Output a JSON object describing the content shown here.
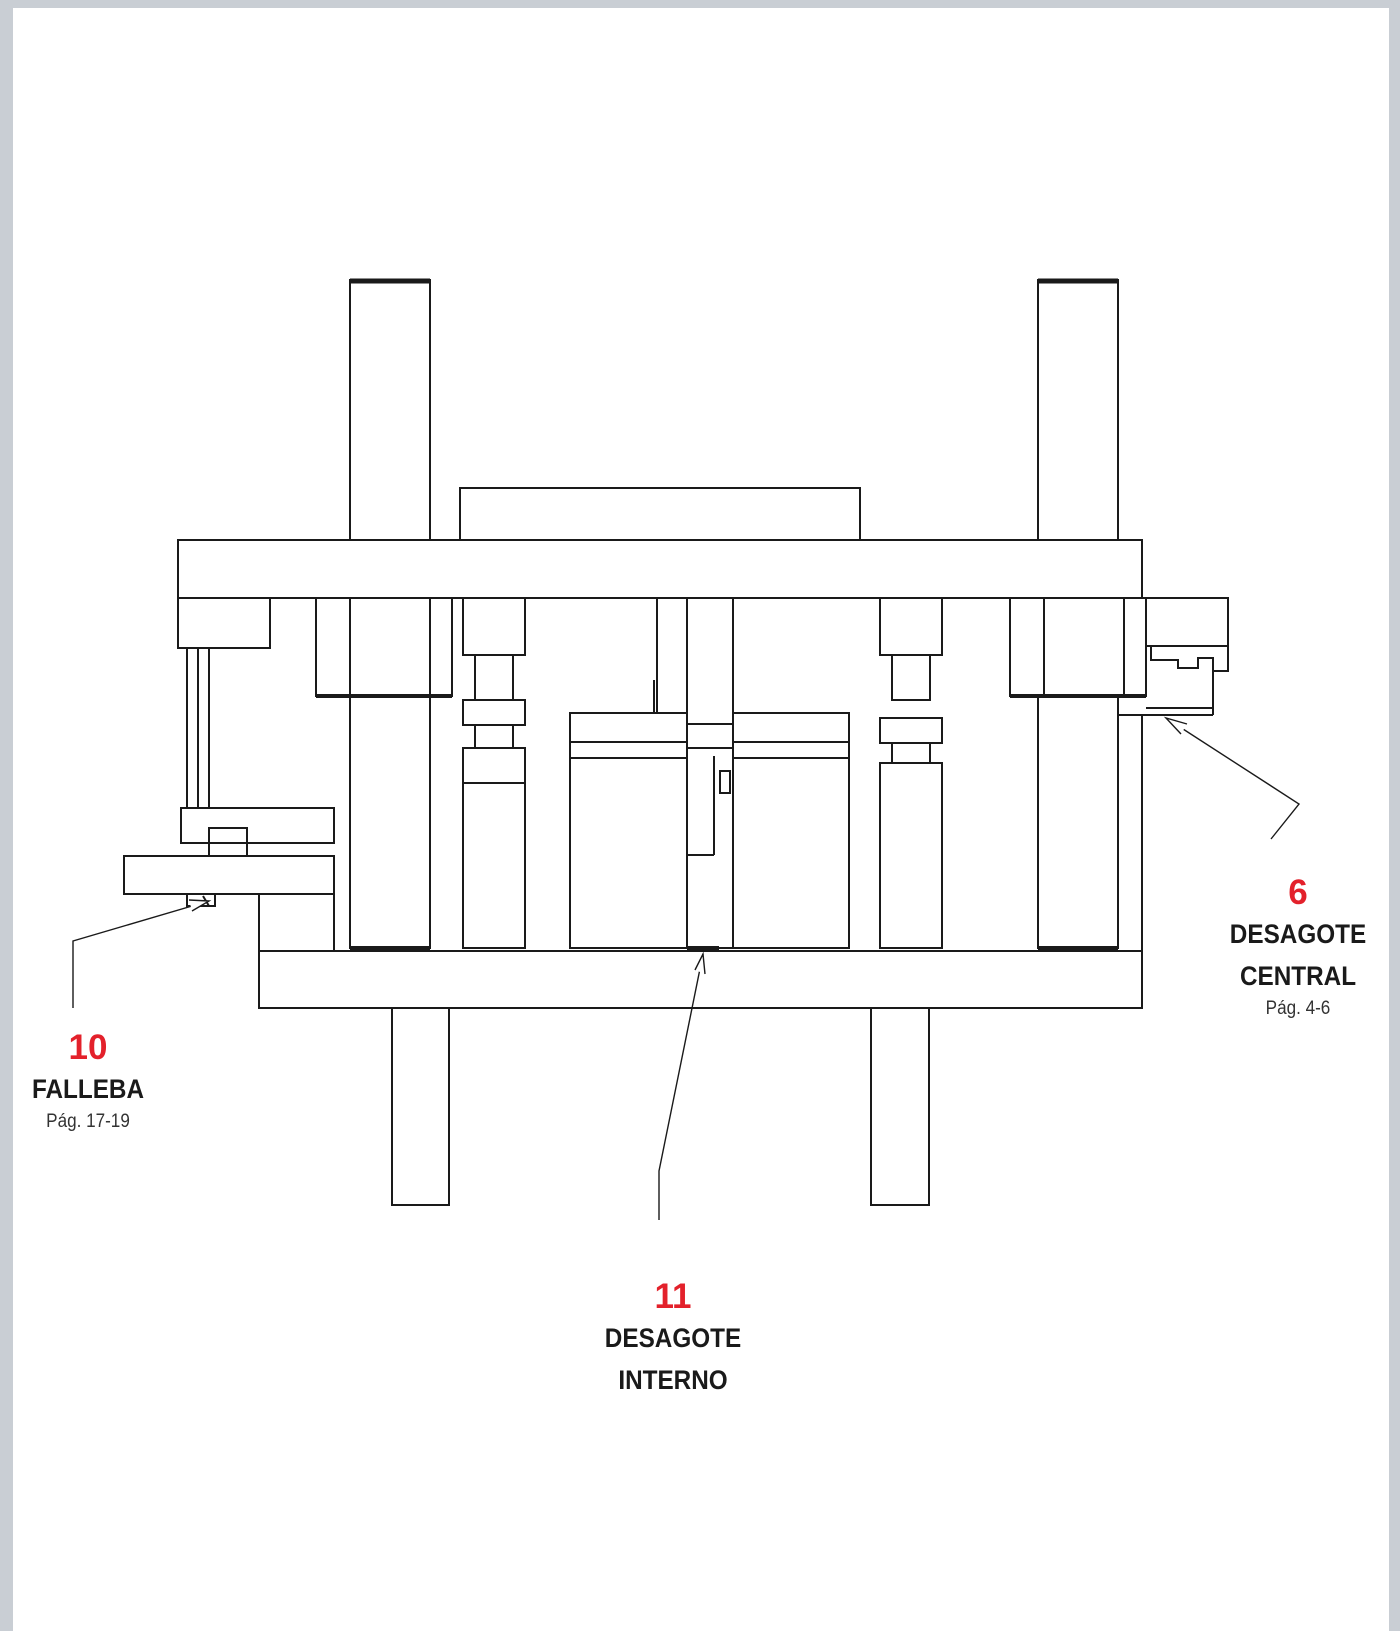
{
  "diagram": {
    "line_color": "#1a1a1a",
    "accent_color": "#e3212b",
    "background_color": "#c9ced4"
  },
  "callouts": [
    {
      "id": "10",
      "number": "10",
      "title": "FALLEBA",
      "page_ref": "Pág. 17-19"
    },
    {
      "id": "11",
      "number": "11",
      "title": "DESAGOTE\nINTERNO",
      "page_ref": ""
    },
    {
      "id": "6",
      "number": "6",
      "title": "DESAGOTE\nCENTRAL",
      "page_ref": "Pág. 4-6"
    }
  ]
}
